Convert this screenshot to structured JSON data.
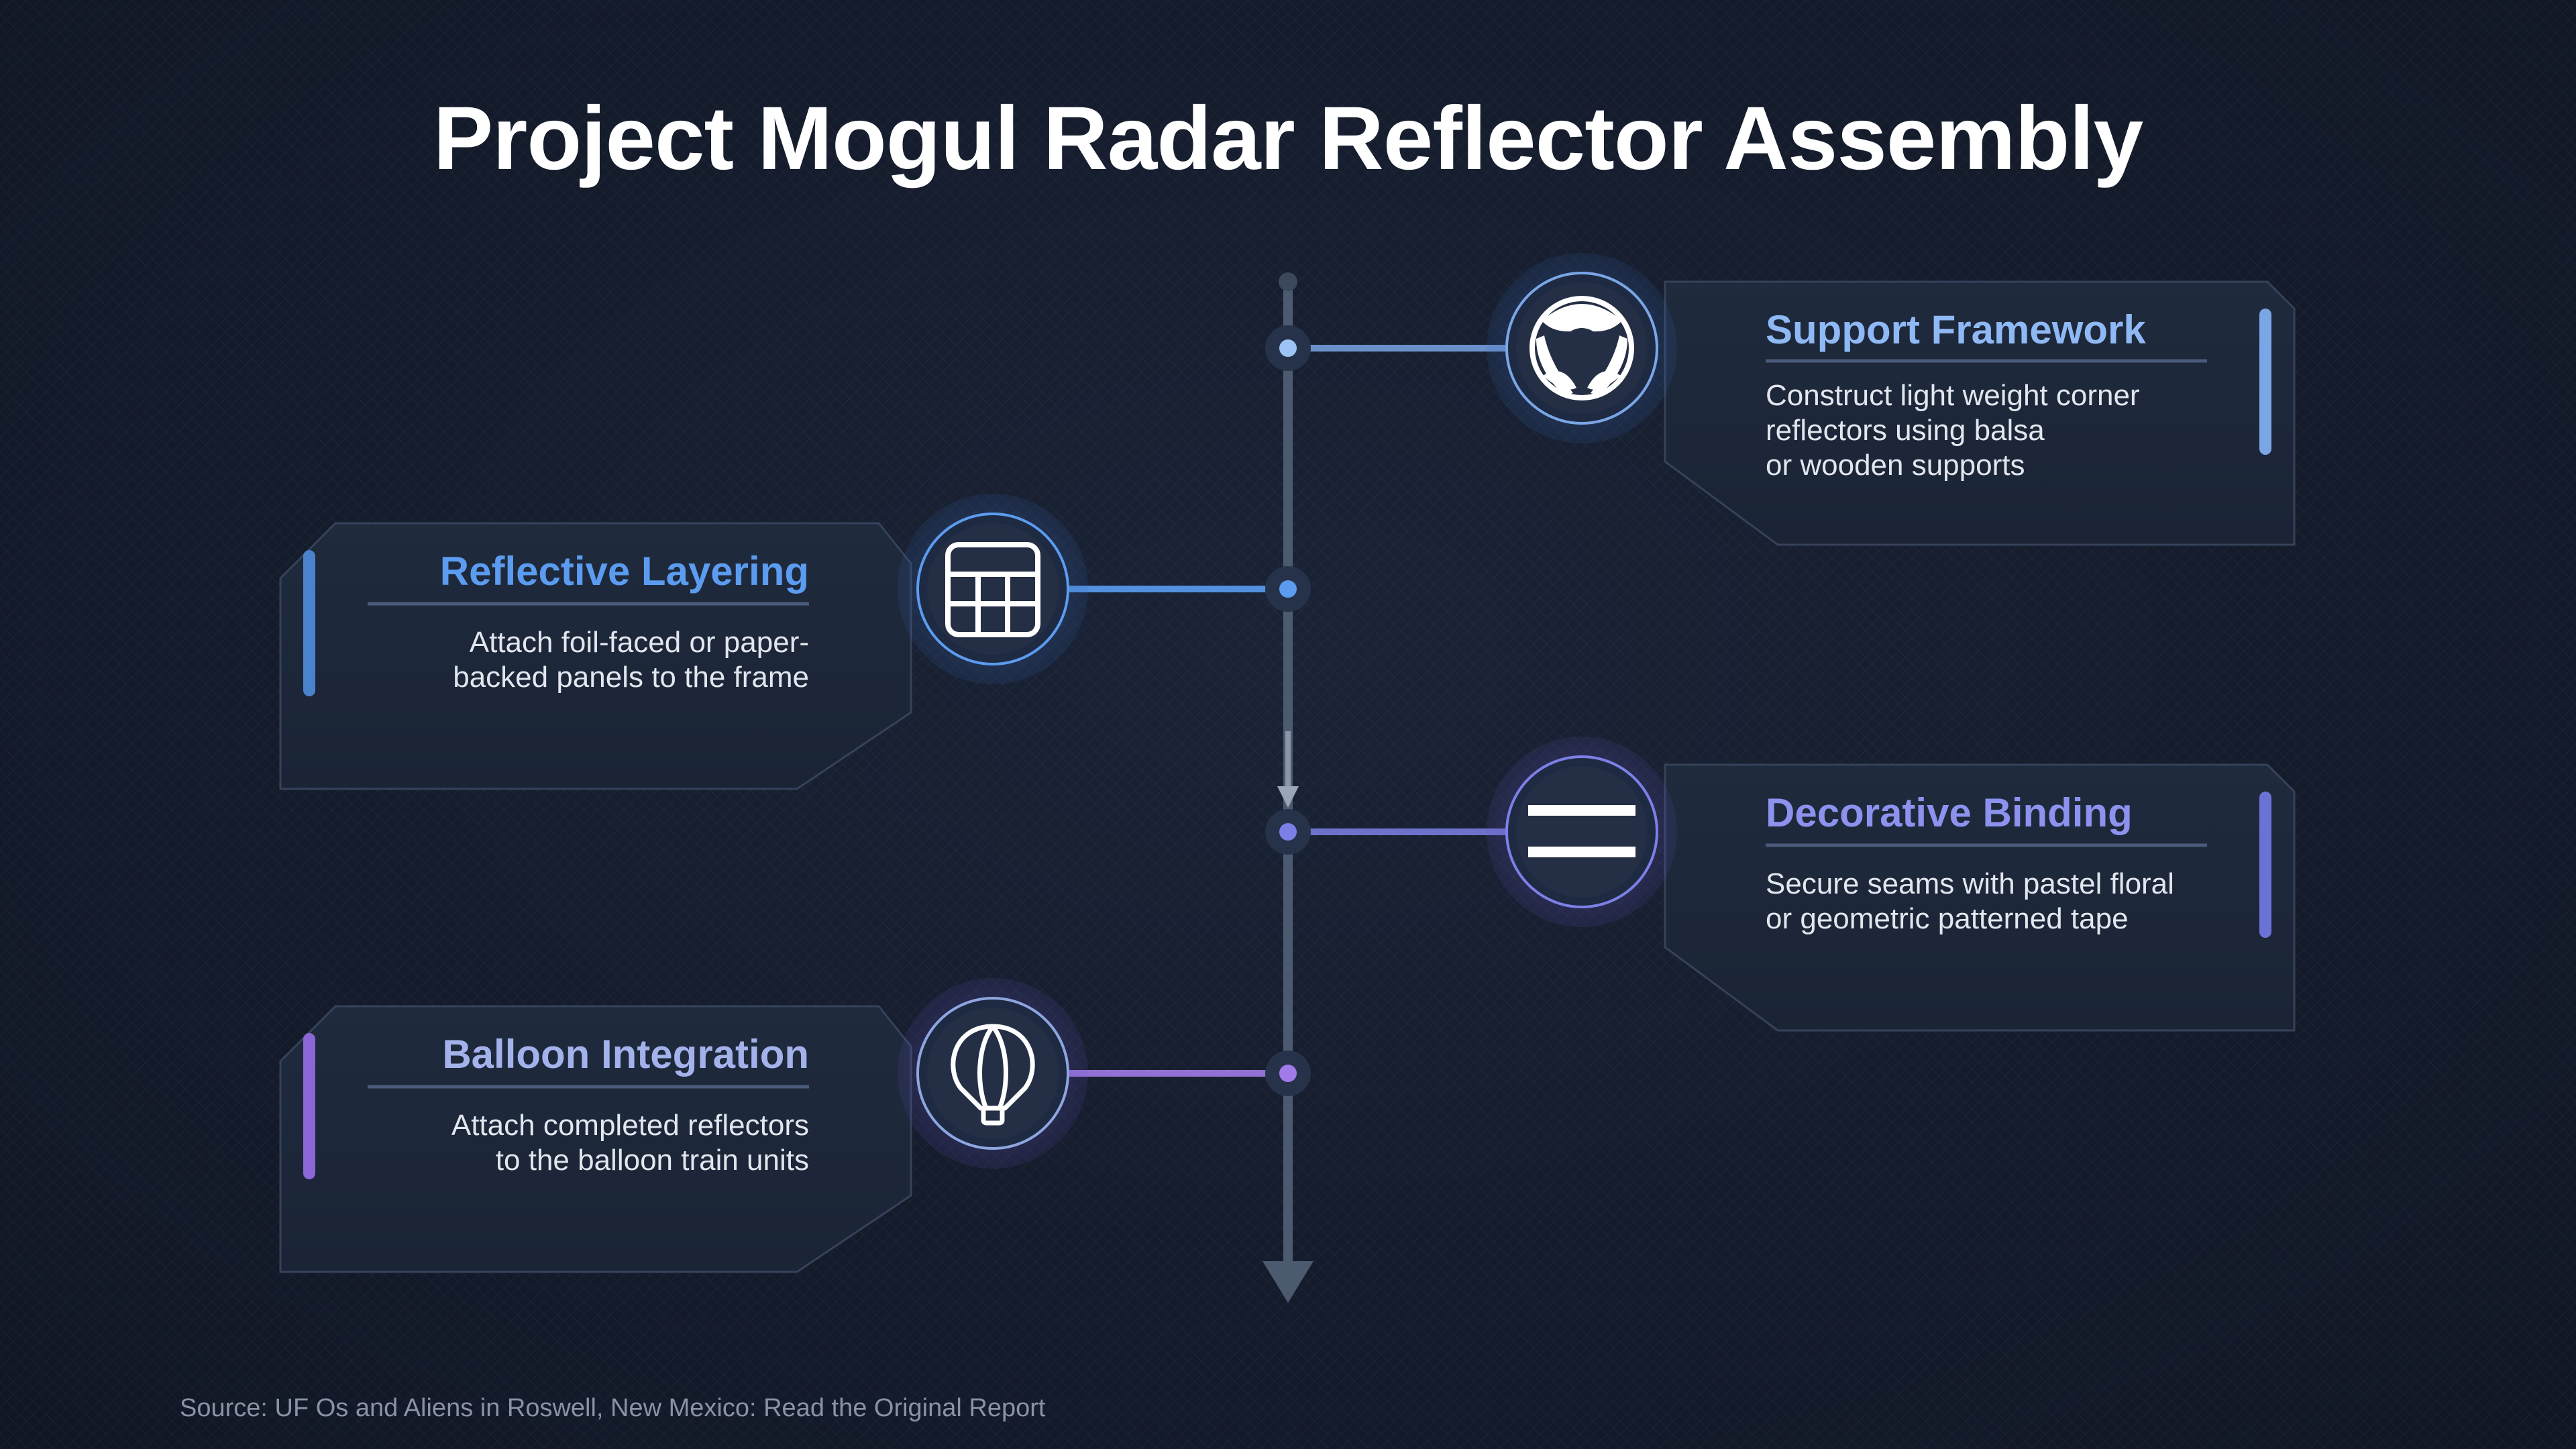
{
  "title": "Project Mogul Radar Reflector Assembly",
  "steps": [
    {
      "title": "Support Framework",
      "description": [
        "Construct light weight corner",
        "reflectors using balsa",
        "or wooden supports"
      ],
      "icon": "framework-ring-icon",
      "color": "#8fb9f5",
      "bar_color": "#7aa6e6"
    },
    {
      "title": "Reflective Layering",
      "description": [
        "Attach foil-faced or paper-",
        "backed panels to the frame"
      ],
      "icon": "grid-panel-icon",
      "color": "#5b9cf0",
      "bar_color": "#4a82cc"
    },
    {
      "title": "Decorative Binding",
      "description": [
        "Secure seams with pastel floral",
        "or geometric patterned tape"
      ],
      "icon": "tape-stripes-icon",
      "color": "#8c92ee",
      "bar_color": "#6b72d6"
    },
    {
      "title": "Balloon Integration",
      "description": [
        "Attach completed reflectors",
        "to the balloon train units"
      ],
      "icon": "hot-air-balloon-icon",
      "color": "#a4b2ec",
      "bar_color": "#8a66d6"
    }
  ],
  "source": "Source: UF Os and Aliens in Roswell, New Mexico: Read the Original Report"
}
